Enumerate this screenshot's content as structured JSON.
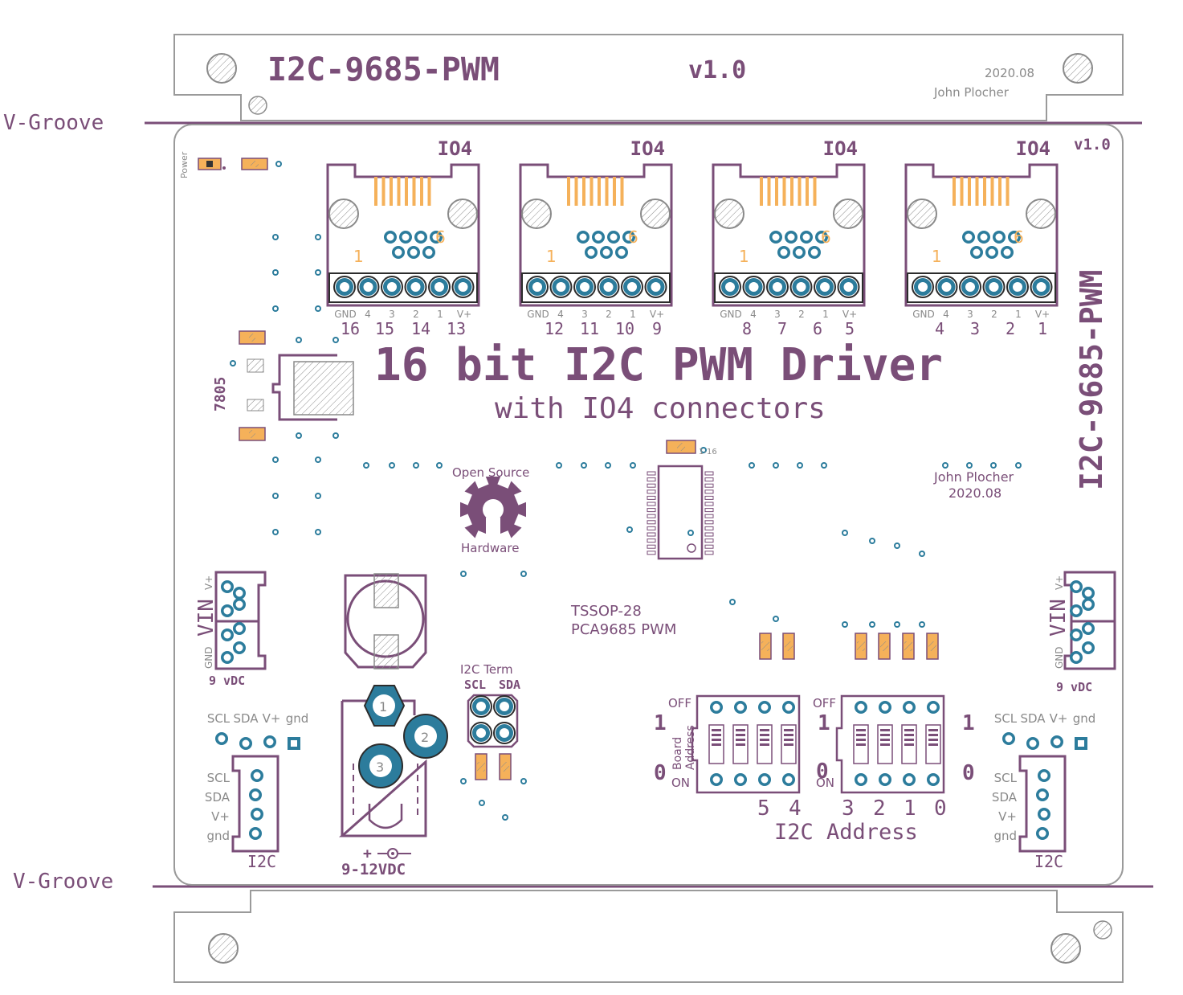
{
  "top_rail": {
    "title": "I2C-9685-PWM",
    "version": "v1.0",
    "date": "2020.08",
    "author": "John Plocher"
  },
  "groove_top": "V-Groove",
  "groove_bottom": "V-Groove",
  "board": {
    "version": "v1.0",
    "side_title": "I2C-9685-PWM",
    "main_title": "16 bit I2C PWM Driver",
    "subtitle": "with IO4 connectors",
    "power_label": "Power",
    "regulator": "7805",
    "author": "John Plocher",
    "date": "2020.08",
    "oshw_top": "Open Source",
    "oshw_bottom": "Hardware",
    "chip_package": "TSSOP-28",
    "chip_name": "PCA9685 PWM",
    "via_text": "1-16"
  },
  "io4_connectors": [
    {
      "label": "IO4",
      "pin1": "1",
      "pin6": "6",
      "pins": [
        "GND",
        "4",
        "3",
        "2",
        "1",
        "V+"
      ],
      "channels": [
        "16",
        "15",
        "14",
        "13"
      ]
    },
    {
      "label": "IO4",
      "pin1": "1",
      "pin6": "6",
      "pins": [
        "GND",
        "4",
        "3",
        "2",
        "1",
        "V+"
      ],
      "channels": [
        "12",
        "11",
        "10",
        "9"
      ]
    },
    {
      "label": "IO4",
      "pin1": "1",
      "pin6": "6",
      "pins": [
        "GND",
        "4",
        "3",
        "2",
        "1",
        "V+"
      ],
      "channels": [
        "8",
        "7",
        "6",
        "5"
      ]
    },
    {
      "label": "IO4",
      "pin1": "1",
      "pin6": "6",
      "pins": [
        "GND",
        "4",
        "3",
        "2",
        "1",
        "V+"
      ],
      "channels": [
        "4",
        "3",
        "2",
        "1"
      ]
    }
  ],
  "vin_left": {
    "label": "VIN",
    "vplus": "V+",
    "gnd": "GND",
    "voltage": "9 vDC"
  },
  "vin_right": {
    "label": "VIN",
    "vplus": "V+",
    "gnd": "GND",
    "voltage": "9 vDC"
  },
  "i2c_left": {
    "header": [
      "SCL",
      "SDA",
      "V+",
      "gnd"
    ],
    "pins": [
      "SCL",
      "SDA",
      "V+",
      "gnd"
    ],
    "label": "I2C"
  },
  "i2c_right": {
    "header": [
      "SCL",
      "SDA",
      "V+",
      "gnd"
    ],
    "pins": [
      "SCL",
      "SDA",
      "V+",
      "gnd"
    ],
    "label": "I2C"
  },
  "barrel_jack": {
    "pins": [
      "1",
      "2",
      "3"
    ],
    "polarity": "+",
    "voltage": "9-12VDC"
  },
  "i2c_term": {
    "title": "I2C Term",
    "scl": "SCL",
    "sda": "SDA"
  },
  "dip_board": {
    "off": "OFF",
    "on": "ON",
    "one": "1",
    "zero": "0",
    "label1": "Board",
    "label2": "Address",
    "bits": [
      "5",
      "4"
    ]
  },
  "dip_address": {
    "off": "OFF",
    "on": "ON",
    "one": "1",
    "zero": "0",
    "zero_right": "0",
    "one_right": "1",
    "bits": [
      "3",
      "2",
      "1",
      "0"
    ],
    "label": "I2C Address"
  },
  "colors": {
    "silk": "#7a4e78",
    "copper": "#2c7c9c",
    "pad_orange": "#f5b15a",
    "outline": "#9a9a9a",
    "hatch": "#8a8a8a"
  }
}
